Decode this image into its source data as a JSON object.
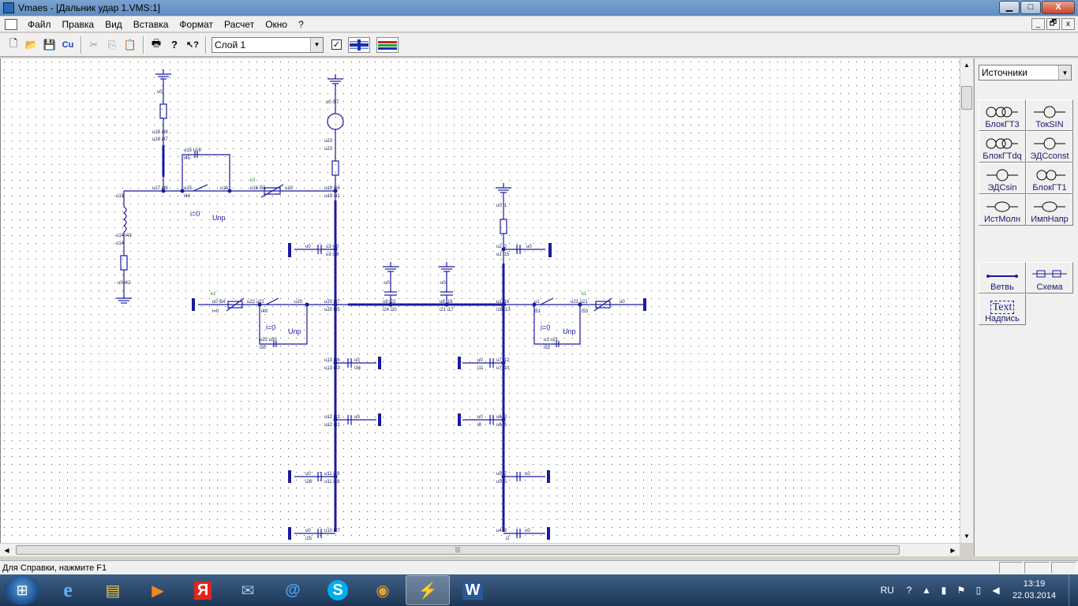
{
  "window": {
    "title": "Vmaes - [Дальник удар 1.VMS:1]"
  },
  "window_buttons": {
    "minimize": "▁",
    "maximize": "□",
    "close": "X"
  },
  "mdi_buttons": {
    "minimize": "_",
    "restore": "🗗",
    "close": "x"
  },
  "menu": [
    "Файл",
    "Правка",
    "Вид",
    "Вставка",
    "Формат",
    "Расчет",
    "Окно",
    "?"
  ],
  "toolbar": {
    "layer_select": "Слой 1",
    "layer_visible_check": "✓",
    "buttons": [
      {
        "name": "new-icon",
        "glyph": "🗋",
        "enabled": true
      },
      {
        "name": "open-icon",
        "glyph": "📂",
        "enabled": true
      },
      {
        "name": "save-icon",
        "glyph": "💾",
        "enabled": true
      },
      {
        "name": "calc-icon",
        "glyph": "Cu",
        "enabled": true
      },
      {
        "name": "cut-icon",
        "glyph": "✂",
        "enabled": false
      },
      {
        "name": "copy-icon",
        "glyph": "⎘",
        "enabled": false
      },
      {
        "name": "paste-icon",
        "glyph": "📋",
        "enabled": false
      },
      {
        "name": "print-icon",
        "glyph": "🖶",
        "enabled": true
      },
      {
        "name": "help-icon",
        "glyph": "?",
        "enabled": true
      },
      {
        "name": "context-help-icon",
        "glyph": "↖?",
        "enabled": true
      }
    ]
  },
  "palette": {
    "category": "Источники",
    "sources": [
      {
        "label": "БлокГТ3",
        "icon": "gen-transformer-3-icon"
      },
      {
        "label": "ТокSIN",
        "icon": "current-source-sin-icon"
      },
      {
        "label": "БлокГТdq",
        "icon": "gen-transformer-dq-icon"
      },
      {
        "label": "ЭДСconst",
        "icon": "emf-const-icon"
      },
      {
        "label": "ЭДСsin",
        "icon": "emf-sin-icon"
      },
      {
        "label": "БлокГТ1",
        "icon": "gen-transformer-1-icon"
      },
      {
        "label": "ИстМолн",
        "icon": "lightning-source-icon"
      },
      {
        "label": "ИмпНапр",
        "icon": "impulse-voltage-icon"
      }
    ],
    "tools": [
      {
        "label": "Ветвь",
        "icon": "branch-icon"
      },
      {
        "label": "Схема",
        "icon": "scheme-icon"
      },
      {
        "label": "Надпись",
        "icon": "text-label-icon",
        "glyph": "Text"
      }
    ]
  },
  "schematic": {
    "labels": {
      "u0": "u0",
      "u0_i57": "u0 i57",
      "u0_i1": "u0 i1",
      "u0_i42": "u0 i42",
      "u18_i48": "u18 i48",
      "u18_i47": "u18 i47",
      "u17_i46": "u17 i46",
      "u15_u16": "u15 u16",
      "i45": "i45",
      "u15": "u15",
      "i44": "i44",
      "u16": "u16",
      "i0": "i=0",
      "unp": "Unp",
      "k3": "k3",
      "k1": "k1",
      "k2": "k2",
      "u16_i55": "u16 i55",
      "u19": "u19",
      "u19_i56": "u19 i56",
      "u19_i41": "u19 i41",
      "u23": "u23",
      "u14_i43": "u14 i43",
      "u14": "u14",
      "u3_i40": "u3 i40",
      "u3_i39": "u3 i39",
      "i38": "i38",
      "u2_i2": "u2 i2",
      "u2_i15": "u2 i15",
      "u0_i54": "u0 i54",
      "u22_u22": "u22 u22",
      "i49": "i49",
      "u20": "u20",
      "u20_i37": "u20 i37",
      "u20_i35": "u20 i35",
      "u22_u20": "u22 u20",
      "i50": "i50",
      "u9_i22": "u9 i22",
      "i24_i20": "i24 i20",
      "u8_i19": "u8 i19",
      "i21_i17": "i21 i17",
      "u1_i16": "u1 i16",
      "i18_i13": "i18 i13",
      "u1": "u1",
      "i51": "i51",
      "u21_u21": "u21 u21",
      "i53": "i53",
      "u1_u21": "u1 u21",
      "i52": "i52",
      "u13_i36": "u13 i36",
      "u13_i33": "u13 i33",
      "i34": "i34",
      "i11": "i11",
      "u7_i12": "u7 i12",
      "u7_i10": "u7 i10",
      "u12_i32": "u12 i32",
      "u12_i31": "u12 i31",
      "i8": "i8",
      "u6_i9": "u6 i9",
      "u6_i6": "u6 i6",
      "u11_i29": "u11 i29",
      "i26": "i26",
      "u11_i28": "u11 i28",
      "u5_i7": "u5 i7",
      "u5_i5": "u5 i5",
      "u10_i27": "u10 i27",
      "i25": "i25",
      "u4_i3": "u4 i3",
      "i2": "i2"
    }
  },
  "status": {
    "text": "Для Справки, нажмите F1"
  },
  "taskbar": {
    "start": "⊞",
    "apps": [
      {
        "name": "ie-icon",
        "glyph": "e",
        "color": "#2f8fe0"
      },
      {
        "name": "explorer-icon",
        "glyph": "▤",
        "color": "#e6c35a"
      },
      {
        "name": "media-player-icon",
        "glyph": "▶",
        "color": "#f08a1c"
      },
      {
        "name": "yandex-icon",
        "glyph": "Я",
        "color": "#e0261c"
      },
      {
        "name": "mail-icon",
        "glyph": "✉",
        "color": "#5aa0e0"
      },
      {
        "name": "mail-agent-icon",
        "glyph": "@",
        "color": "#4aa0f0"
      },
      {
        "name": "skype-icon",
        "glyph": "S",
        "color": "#00aff0"
      },
      {
        "name": "chrome-icon",
        "glyph": "◉",
        "color": "#e0a030"
      },
      {
        "name": "vmaes-icon",
        "glyph": "⚡",
        "color": "#4a8ad0",
        "active": true
      },
      {
        "name": "word-icon",
        "glyph": "W",
        "color": "#2b5797"
      }
    ],
    "language": "RU",
    "time": "13:19",
    "date": "22.03.2014"
  }
}
